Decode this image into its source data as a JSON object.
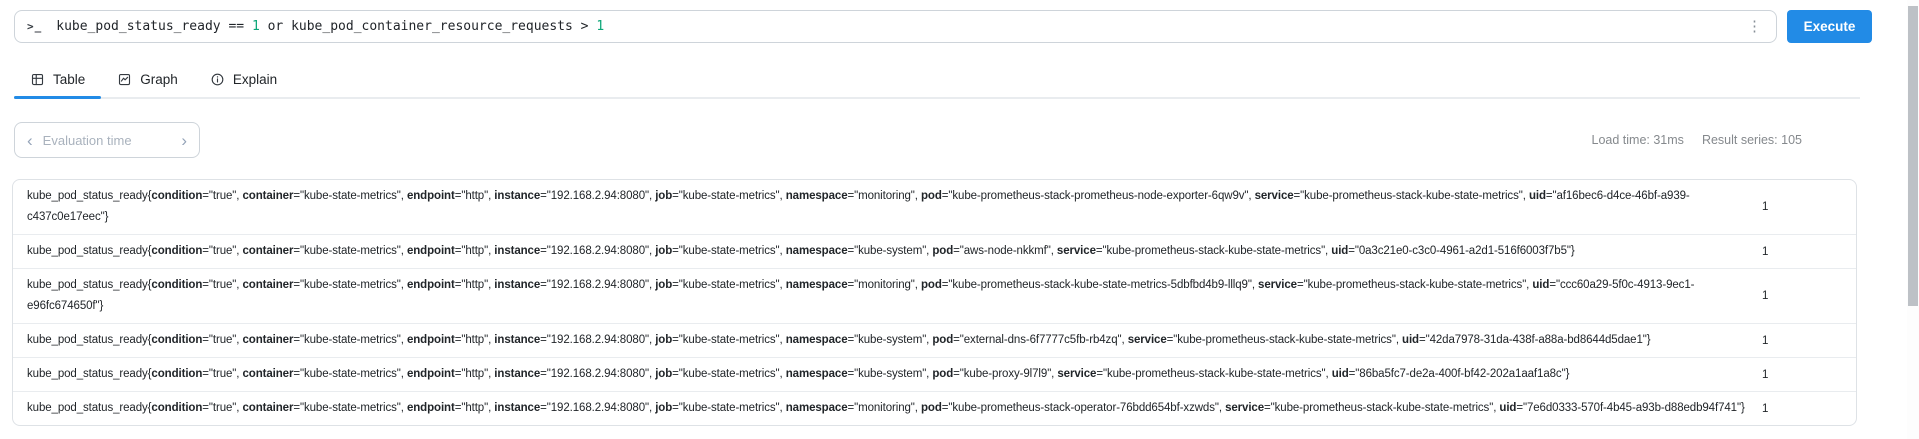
{
  "colors": {
    "accent": "#228be6",
    "number_token": "#0ca678"
  },
  "query_bar": {
    "prompt_icon": ">_",
    "kebab_icon": "⋮",
    "execute_label": "Execute",
    "query": {
      "full_text": "kube_pod_status_ready == 1 or kube_pod_container_resource_requests > 1",
      "segments": [
        {
          "t": "kube_pod_status_ready",
          "c": "metric"
        },
        {
          "t": " == ",
          "c": "op"
        },
        {
          "t": "1",
          "c": "num"
        },
        {
          "t": " or ",
          "c": "op"
        },
        {
          "t": "kube_pod_container_resource_requests",
          "c": "metric"
        },
        {
          "t": " > ",
          "c": "op"
        },
        {
          "t": "1",
          "c": "num"
        }
      ]
    }
  },
  "tabs": [
    {
      "label": "Table",
      "icon": "table-icon",
      "active": true
    },
    {
      "label": "Graph",
      "icon": "graph-icon",
      "active": false
    },
    {
      "label": "Explain",
      "icon": "info-circle-icon",
      "active": false
    }
  ],
  "toolbar": {
    "evaluation_time": {
      "placeholder": "Evaluation time",
      "prev_icon": "‹",
      "next_icon": "›"
    },
    "stats": {
      "load_time": "Load time: 31ms",
      "result_series": "Result series: 105"
    }
  },
  "results": {
    "rows": [
      {
        "metric": "kube_pod_status_ready",
        "labels": [
          [
            "condition",
            "true"
          ],
          [
            "container",
            "kube-state-metrics"
          ],
          [
            "endpoint",
            "http"
          ],
          [
            "instance",
            "192.168.2.94:8080"
          ],
          [
            "job",
            "kube-state-metrics"
          ],
          [
            "namespace",
            "monitoring"
          ],
          [
            "pod",
            "kube-prometheus-stack-prometheus-node-exporter-6qw9v"
          ],
          [
            "service",
            "kube-prometheus-stack-kube-state-metrics"
          ],
          [
            "uid",
            "af16bec6-d4ce-46bf-a939-c437c0e17eec"
          ]
        ],
        "value": "1"
      },
      {
        "metric": "kube_pod_status_ready",
        "labels": [
          [
            "condition",
            "true"
          ],
          [
            "container",
            "kube-state-metrics"
          ],
          [
            "endpoint",
            "http"
          ],
          [
            "instance",
            "192.168.2.94:8080"
          ],
          [
            "job",
            "kube-state-metrics"
          ],
          [
            "namespace",
            "kube-system"
          ],
          [
            "pod",
            "aws-node-nkkmf"
          ],
          [
            "service",
            "kube-prometheus-stack-kube-state-metrics"
          ],
          [
            "uid",
            "0a3c21e0-c3c0-4961-a2d1-516f6003f7b5"
          ]
        ],
        "value": "1"
      },
      {
        "metric": "kube_pod_status_ready",
        "labels": [
          [
            "condition",
            "true"
          ],
          [
            "container",
            "kube-state-metrics"
          ],
          [
            "endpoint",
            "http"
          ],
          [
            "instance",
            "192.168.2.94:8080"
          ],
          [
            "job",
            "kube-state-metrics"
          ],
          [
            "namespace",
            "monitoring"
          ],
          [
            "pod",
            "kube-prometheus-stack-kube-state-metrics-5dbfbd4b9-lllq9"
          ],
          [
            "service",
            "kube-prometheus-stack-kube-state-metrics"
          ],
          [
            "uid",
            "ccc60a29-5f0c-4913-9ec1-e96fc674650f"
          ]
        ],
        "value": "1"
      },
      {
        "metric": "kube_pod_status_ready",
        "labels": [
          [
            "condition",
            "true"
          ],
          [
            "container",
            "kube-state-metrics"
          ],
          [
            "endpoint",
            "http"
          ],
          [
            "instance",
            "192.168.2.94:8080"
          ],
          [
            "job",
            "kube-state-metrics"
          ],
          [
            "namespace",
            "kube-system"
          ],
          [
            "pod",
            "external-dns-6f7777c5fb-rb4zq"
          ],
          [
            "service",
            "kube-prometheus-stack-kube-state-metrics"
          ],
          [
            "uid",
            "42da7978-31da-438f-a88a-bd8644d5dae1"
          ]
        ],
        "value": "1"
      },
      {
        "metric": "kube_pod_status_ready",
        "labels": [
          [
            "condition",
            "true"
          ],
          [
            "container",
            "kube-state-metrics"
          ],
          [
            "endpoint",
            "http"
          ],
          [
            "instance",
            "192.168.2.94:8080"
          ],
          [
            "job",
            "kube-state-metrics"
          ],
          [
            "namespace",
            "kube-system"
          ],
          [
            "pod",
            "kube-proxy-9l7l9"
          ],
          [
            "service",
            "kube-prometheus-stack-kube-state-metrics"
          ],
          [
            "uid",
            "86ba5fc7-de2a-400f-bf42-202a1aaf1a8c"
          ]
        ],
        "value": "1"
      },
      {
        "metric": "kube_pod_status_ready",
        "labels": [
          [
            "condition",
            "true"
          ],
          [
            "container",
            "kube-state-metrics"
          ],
          [
            "endpoint",
            "http"
          ],
          [
            "instance",
            "192.168.2.94:8080"
          ],
          [
            "job",
            "kube-state-metrics"
          ],
          [
            "namespace",
            "monitoring"
          ],
          [
            "pod",
            "kube-prometheus-stack-operator-76bdd654bf-xzwds"
          ],
          [
            "service",
            "kube-prometheus-stack-kube-state-metrics"
          ],
          [
            "uid",
            "7e6d0333-570f-4b45-a93b-d88edb94f741"
          ]
        ],
        "value": "1"
      }
    ]
  }
}
